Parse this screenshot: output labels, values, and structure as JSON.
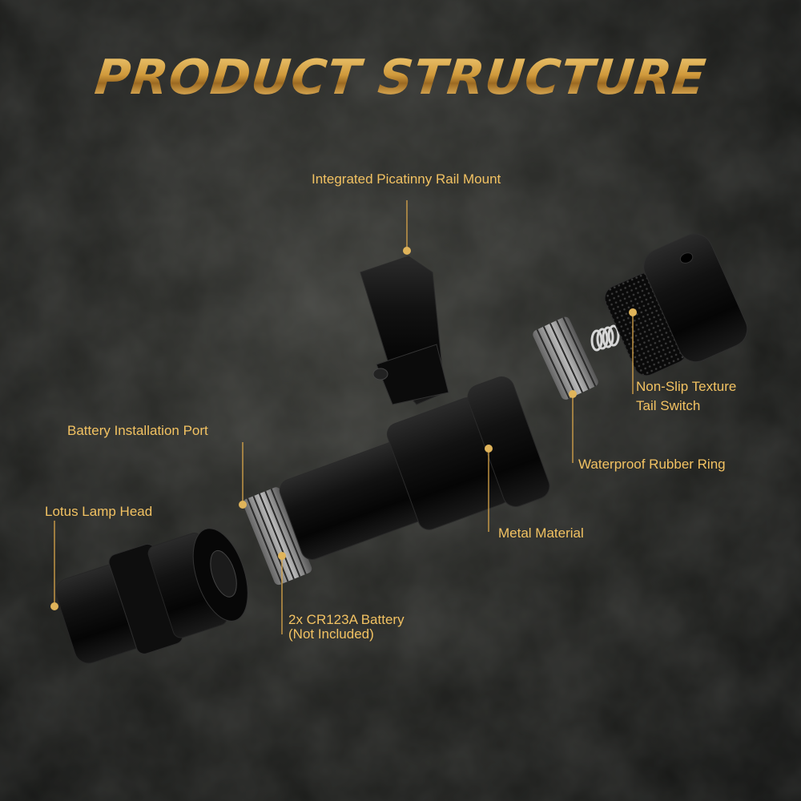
{
  "title": "PRODUCT STRUCTURE",
  "labels": {
    "rail_mount": "Integrated Picatinny Rail Mount",
    "tail_switch_line1": "Non-Slip Texture",
    "tail_switch_line2": "Tail Switch",
    "battery_port": "Battery Installation Port",
    "rubber_ring": "Waterproof Rubber Ring",
    "lamp_head": "Lotus Lamp Head",
    "metal": "Metal Material",
    "battery_line1": "2x CR123A Battery",
    "battery_line2": "(Not Included)"
  },
  "colors": {
    "accent_gold": "#f2c262",
    "background": "#2a2b28",
    "metal_black": "#0c0c0c"
  }
}
